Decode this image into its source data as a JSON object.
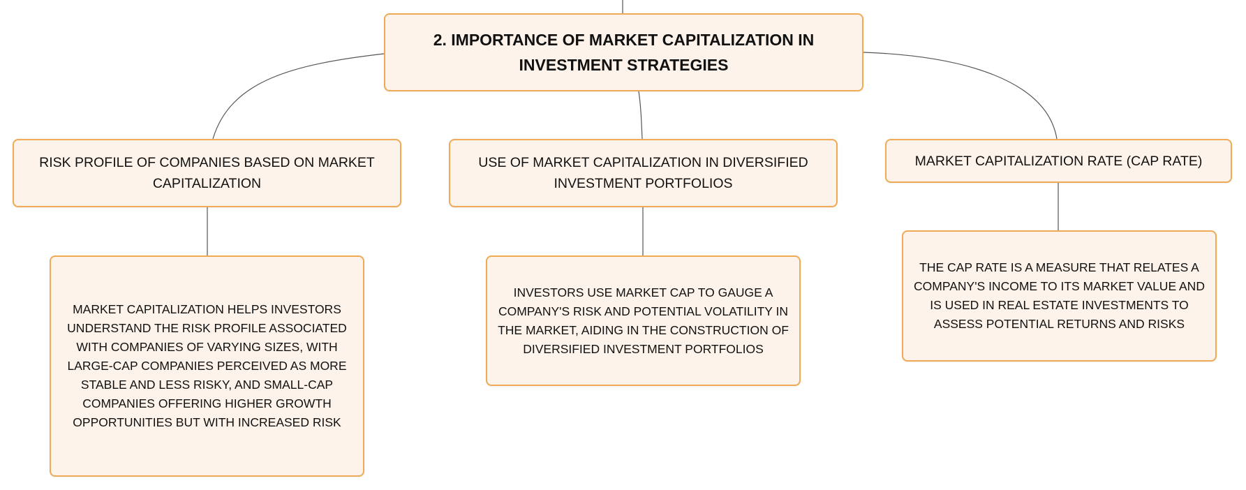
{
  "root": {
    "title": "2. IMPORTANCE OF MARKET CAPITALIZATION IN INVESTMENT STRATEGIES"
  },
  "branches": [
    {
      "title": "RISK PROFILE OF COMPANIES BASED ON MARKET CAPITALIZATION",
      "detail": "MARKET CAPITALIZATION HELPS INVESTORS UNDERSTAND THE RISK PROFILE ASSOCIATED WITH COMPANIES OF VARYING SIZES, WITH LARGE-CAP COMPANIES PERCEIVED AS MORE STABLE AND LESS RISKY, AND SMALL-CAP COMPANIES OFFERING HIGHER GROWTH OPPORTUNITIES BUT WITH INCREASED RISK"
    },
    {
      "title": "USE OF MARKET CAPITALIZATION IN DIVERSIFIED INVESTMENT PORTFOLIOS",
      "detail": "INVESTORS USE MARKET CAP TO GAUGE A COMPANY'S RISK AND POTENTIAL VOLATILITY IN THE MARKET, AIDING IN THE CONSTRUCTION OF DIVERSIFIED INVESTMENT PORTFOLIOS"
    },
    {
      "title": "MARKET CAPITALIZATION RATE (CAP RATE)",
      "detail": "THE CAP RATE IS A MEASURE THAT RELATES A COMPANY'S INCOME TO ITS MARKET VALUE AND IS USED IN REAL ESTATE INVESTMENTS TO ASSESS POTENTIAL RETURNS AND RISKS"
    }
  ],
  "colors": {
    "node_fill": "#fdf3ea",
    "node_border": "#eeaa55",
    "connector": "#555555",
    "text": "#111111"
  }
}
